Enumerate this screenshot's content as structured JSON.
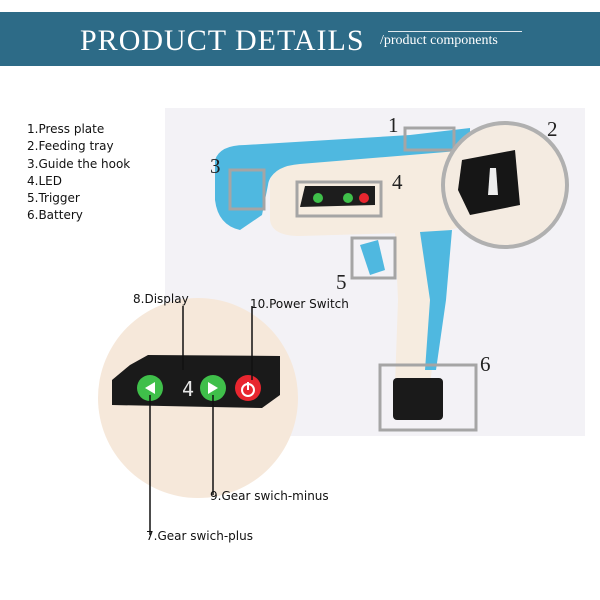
{
  "header": {
    "title": "PRODUCT DETAILS",
    "subtitle": "product components"
  },
  "legend": [
    "1.Press plate",
    "2.Feeding tray",
    "3.Guide the hook",
    "4.LED",
    "5.Trigger",
    "6.Battery"
  ],
  "markers": [
    "1",
    "2",
    "3",
    "4",
    "5",
    "6"
  ],
  "display": {
    "digit": "4"
  },
  "callouts": {
    "display": "8.Display",
    "power": "10.Power Switch",
    "minus": "9.Gear swich-minus",
    "plus": "7.Gear swich-plus"
  },
  "colors": {
    "banner": "#2d6b87",
    "body_blue": "#4fb8e0",
    "body_cream": "#f6ece0",
    "button_green": "#3fbf4a",
    "button_red": "#e8262f"
  }
}
